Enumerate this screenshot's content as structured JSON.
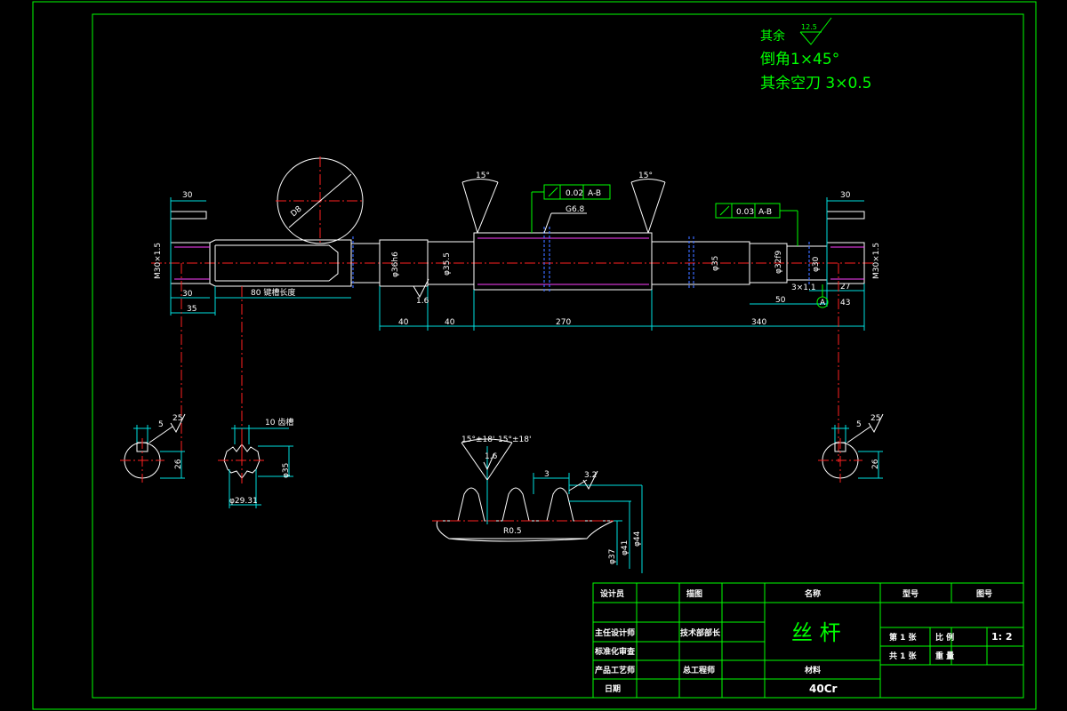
{
  "notes": {
    "line1_label": "其余",
    "roughness_value": "12.5",
    "line2": "倒角1×45°",
    "line3": "其余空刀 3×0.5"
  },
  "main_view": {
    "dim_30_left_top": "30",
    "dim_30_left_bottom": "30",
    "dim_35": "35",
    "dim_80_key": "80 键槽长度",
    "thread_left": "M30×1.5",
    "thread_right": "M30×1.5",
    "dia_36": "φ36h6",
    "dia_35_5": "φ35.5",
    "dia_35": "φ35",
    "dia_32": "φ32f9",
    "dia_30": "φ30",
    "dim_40_a": "40",
    "dim_40_b": "40",
    "dim_270": "270",
    "dim_340": "340",
    "dim_50": "50",
    "dim_43": "43",
    "dim_27": "27",
    "dim_3x1": "3×1.1",
    "dim_30_right_top": "30",
    "roughness_16": "1.6",
    "angle_left": "15°",
    "angle_right": "15°",
    "runout_1_value": "0.02",
    "runout_1_datum": "A-B",
    "runout_2_value": "0.03",
    "runout_2_datum": "A-B",
    "datum_a": "A",
    "thread_label": "G6.8",
    "detail_dia": "D8"
  },
  "sections": {
    "left_key_width": "5",
    "left_key_depth": "26",
    "left_roughness": "25",
    "spline_width": "10 齿槽",
    "spline_dia": "φ35",
    "spline_minor": "φ29.31",
    "right_key_width": "5",
    "right_key_depth": "26",
    "right_roughness": "25"
  },
  "thread_detail": {
    "angle_left": "15°±18'",
    "angle_right": "15°±18'",
    "roughness": "1.6",
    "pitch": "3",
    "roughness_top": "3.2",
    "radius": "R0.5",
    "dia_37": "φ37",
    "dia_41": "φ41",
    "dia_44": "φ44"
  },
  "title_block": {
    "designer": "设计员",
    "drawing": "描图",
    "chief_designer": "主任设计师",
    "tech_manager": "技术部部长",
    "std_review": "标准化审查",
    "process": "产品工艺师",
    "chief_engineer": "总工程师",
    "date": "日期",
    "name_header": "名称",
    "part_name": "丝 杆",
    "material_header": "材料",
    "material": "40Cr",
    "model_header": "型号",
    "drawing_no_header": "图号",
    "sheet_no": "第 1 张",
    "ratio_label": "比 例",
    "ratio_value": "1: 2",
    "total_sheets": "共 1 张",
    "weight_label": "重 量"
  }
}
